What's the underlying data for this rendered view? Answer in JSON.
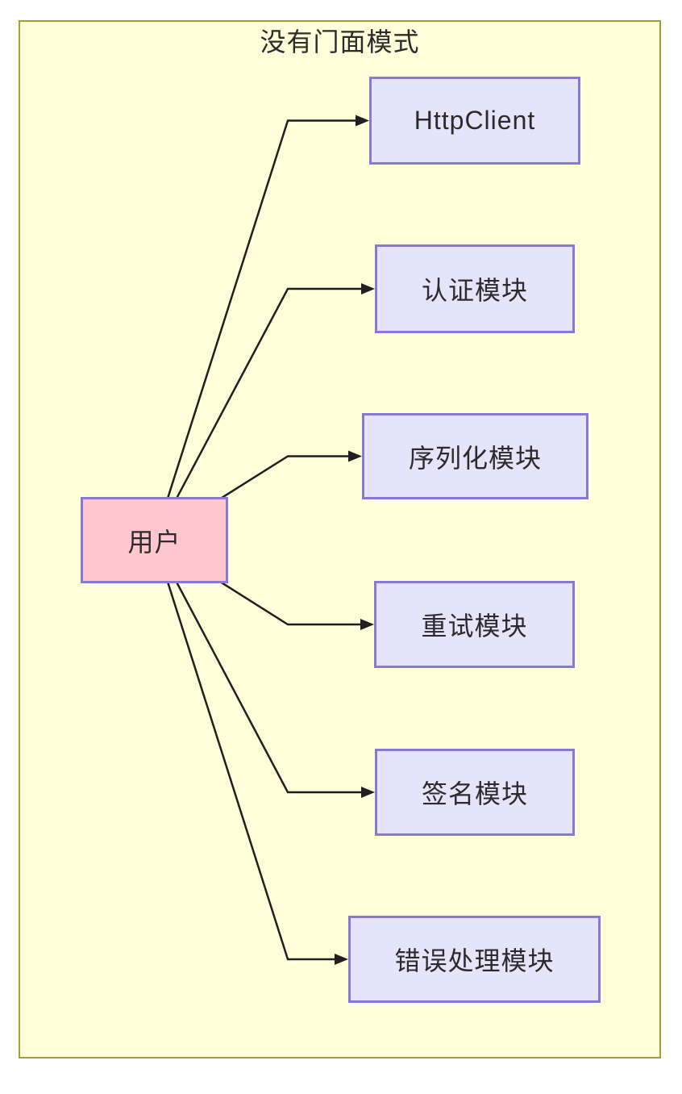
{
  "diagram": {
    "title": "没有门面模式",
    "nodes": {
      "user": {
        "label": "用户"
      },
      "httpclient": {
        "label": "HttpClient"
      },
      "auth": {
        "label": "认证模块"
      },
      "serialize": {
        "label": "序列化模块"
      },
      "retry": {
        "label": "重试模块"
      },
      "sign": {
        "label": "签名模块"
      },
      "error": {
        "label": "错误处理模块"
      }
    },
    "edges": [
      {
        "from": "user",
        "to": "httpclient"
      },
      {
        "from": "user",
        "to": "auth"
      },
      {
        "from": "user",
        "to": "serialize"
      },
      {
        "from": "user",
        "to": "retry"
      },
      {
        "from": "user",
        "to": "sign"
      },
      {
        "from": "user",
        "to": "error"
      }
    ],
    "colors": {
      "canvas_background": "#ffffd9",
      "canvas_border": "#a0a02e",
      "module_fill": "#e6e4fa",
      "module_border": "#8878d8",
      "user_fill": "#ffc6ce",
      "user_border": "#8878d8",
      "edge_color": "#1f1f1f",
      "text_color": "#2b2b2b"
    }
  }
}
